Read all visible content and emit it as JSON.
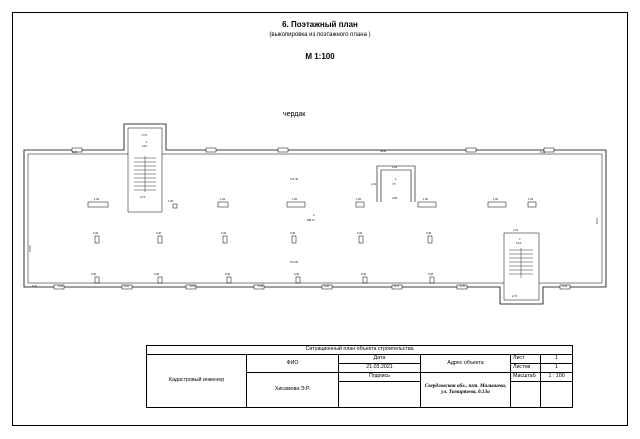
{
  "header": {
    "title": "6. Поэтажный план",
    "subtitle": "(выкопировка из поэтажного плана )",
    "scale": "М 1:100"
  },
  "plan": {
    "attic_label": "чердак",
    "stair_left": {
      "room": "1",
      "area": "14,0",
      "width_top": "2,74",
      "width_bottom": "2,72"
    },
    "stair_right": {
      "room": "3",
      "area": "14,5",
      "width_top": "2,74",
      "width_bottom": "2,74"
    },
    "hall": {
      "room": "4",
      "area": "584,37",
      "length": "39,61",
      "height_top": "h=1,45",
      "height_bottom": "h=2,30"
    },
    "small_room": {
      "room": "2",
      "area": "7,5",
      "width_top": "2,64",
      "width_bottom": "2,80",
      "height": "2,41"
    },
    "wall_left": "15,04",
    "wall_right": "15,07",
    "window_labels": [
      "5,41",
      "5,34",
      "5,32",
      "5,33",
      "5,35",
      "5,36",
      "5,37",
      "5,32",
      "5,33",
      "5,34",
      "5,41"
    ],
    "vent_labels": [
      "1,00",
      "1,02",
      "1,00",
      "1,00",
      "1,00",
      "1,00",
      "1,02",
      "1,00"
    ],
    "column_labels": [
      "0,40",
      "0,40",
      "0,40",
      "0,40",
      "0,40",
      "0,40",
      "0,40",
      "0,40",
      "0,40",
      "0,40",
      "0,40",
      "0,40"
    ]
  },
  "stamp": {
    "title": "Ситуационный план объекта строительства",
    "role": "Кадастровый инженер",
    "fio_label": "ФИО",
    "date_label": "Дата",
    "date_value": "21.03.2021",
    "signature_label": "Подпись",
    "name": "Хисамова Э.Р.",
    "address_label": "Адрес объекта",
    "address_value": "Свердловская обл., пгт. Малышева, ул. Тимирязева, д.13а",
    "sheet_label": "Лист",
    "sheet_value": "1",
    "sheets_label": "Листов",
    "sheets_value": "1",
    "scale_label": "Масштаб",
    "scale_value": "1 : 100"
  }
}
